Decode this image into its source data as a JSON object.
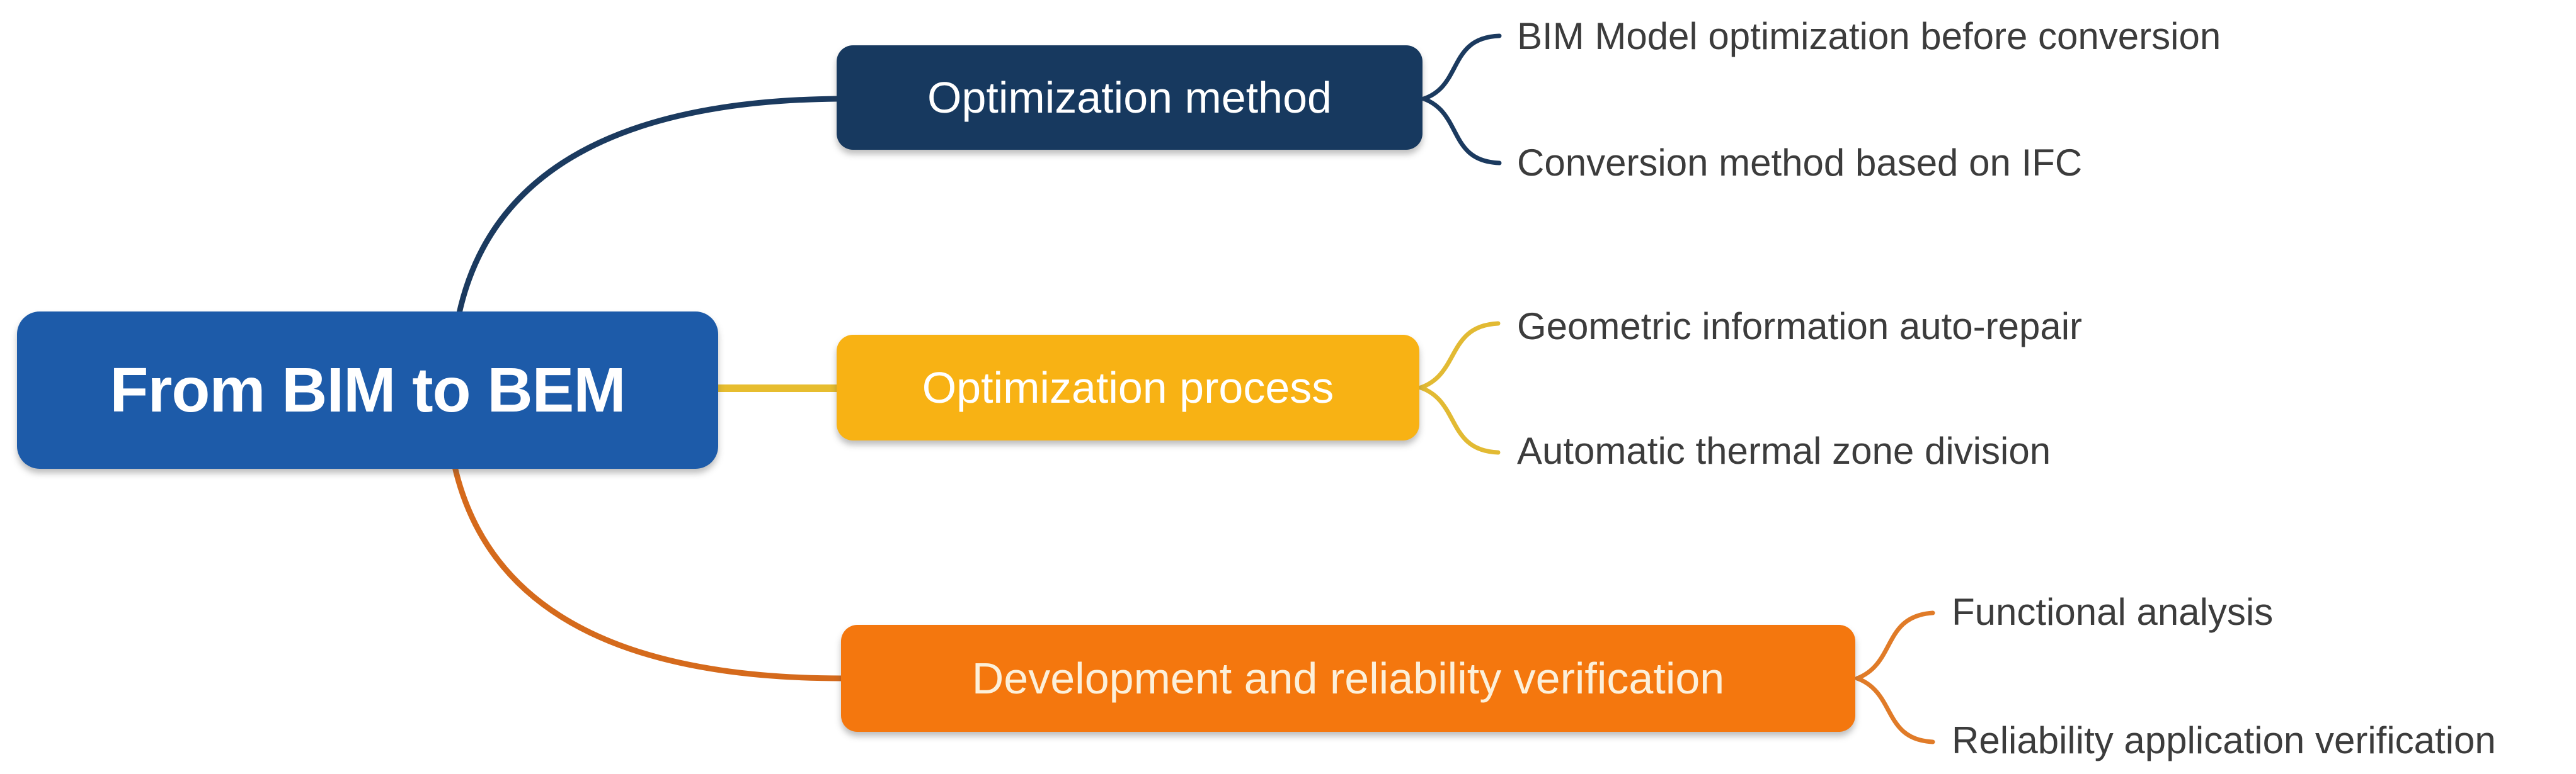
{
  "diagram": {
    "title": "From BIM to BEM mind map",
    "root": {
      "label": "From BIM to BEM",
      "color": "#1D5BA9",
      "text_color": "#FFFFFF"
    },
    "branches": [
      {
        "label": "Optimization method",
        "color": "#17395F",
        "connector_color": "#1B3A5F",
        "text_color": "#FFFFFF",
        "children": [
          "BIM Model optimization before conversion",
          "Conversion method based on IFC"
        ]
      },
      {
        "label": "Optimization process",
        "color": "#F8B214",
        "connector_color": "#E7BD2F",
        "text_color": "#FFFFFF",
        "children": [
          "Geometric information auto-repair",
          "Automatic thermal zone division"
        ]
      },
      {
        "label": "Development and reliability verification",
        "color": "#F4770E",
        "connector_color": "#D56A1C",
        "text_color": "#FCF0DA",
        "children": [
          "Functional analysis",
          "Reliability application verification"
        ]
      }
    ],
    "leaf_text_color": "#3C3C3C",
    "background_color": "#FFFFFF"
  }
}
